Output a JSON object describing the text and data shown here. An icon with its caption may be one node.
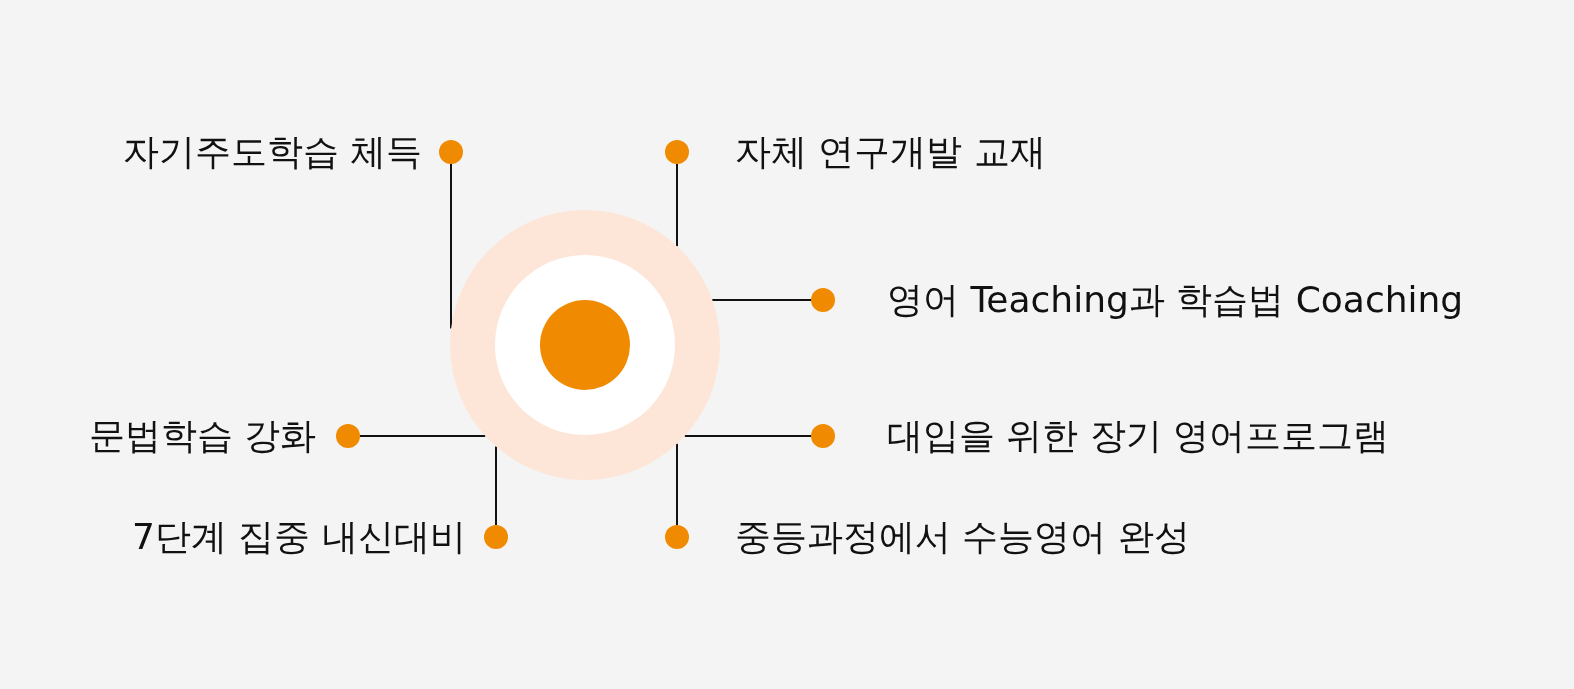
{
  "diagram": {
    "nodes": [
      {
        "text": [],
        "shape": "circle"
      },
      {
        "text": [],
        "shape": "circle",
        "beside": [
          "자기주도학습 체득"
        ]
      },
      {
        "text": [],
        "shape": "circle",
        "beside": [
          "자체 연구개발 교재"
        ]
      },
      {
        "text": [],
        "shape": "circle",
        "beside": [
          "영어 Teaching과 학습법 Coaching"
        ]
      },
      {
        "text": [],
        "shape": "circle",
        "beside": [
          "문법학습 강화"
        ]
      },
      {
        "text": [],
        "shape": "circle",
        "beside": [
          "대입을 위한 장기 영어프로그램"
        ]
      },
      {
        "text": [],
        "shape": "circle",
        "beside": [
          "7단계 집중 내신대비"
        ]
      },
      {
        "text": [],
        "shape": "circle",
        "beside": [
          "중등과정에서 수능영어 완성"
        ]
      }
    ],
    "edges": [
      {
        "from": 0,
        "to": 1,
        "arrow": "none"
      },
      {
        "from": 0,
        "to": 2,
        "arrow": "none"
      },
      {
        "from": 0,
        "to": 3,
        "arrow": "none"
      },
      {
        "from": 0,
        "to": 4,
        "arrow": "none"
      },
      {
        "from": 0,
        "to": 5,
        "arrow": "none"
      },
      {
        "from": 0,
        "to": 6,
        "arrow": "none"
      },
      {
        "from": 0,
        "to": 7,
        "arrow": "none"
      }
    ]
  }
}
